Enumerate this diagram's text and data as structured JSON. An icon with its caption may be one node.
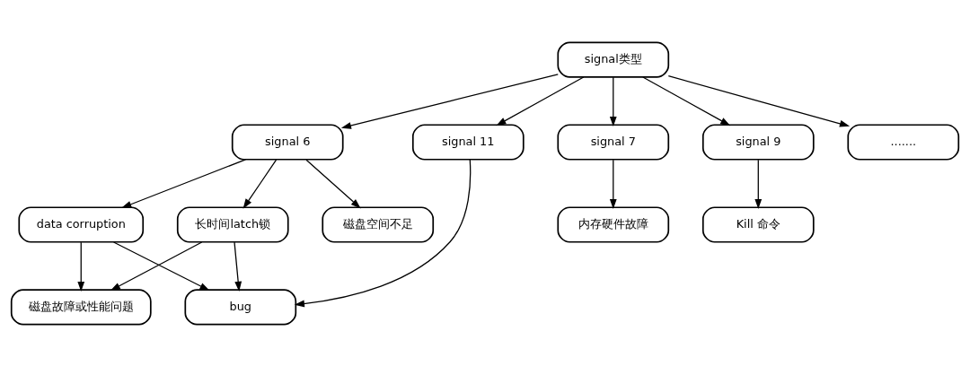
{
  "diagram": {
    "nodes": [
      {
        "text": [
          "signal类型"
        ]
      },
      {
        "text": [
          "signal 6"
        ]
      },
      {
        "text": [
          "signal 7"
        ]
      },
      {
        "text": [
          "signal 9"
        ]
      },
      {
        "text": [
          "signal 11"
        ]
      },
      {
        "text": [
          "......."
        ]
      },
      {
        "text": [
          "data corruption"
        ]
      },
      {
        "text": [
          "长时间latch锁"
        ]
      },
      {
        "text": [
          "磁盘空间不足"
        ]
      },
      {
        "text": [
          "磁盘故障或性能问题"
        ]
      },
      {
        "text": [
          "bug"
        ]
      },
      {
        "text": [
          "内存硬件故障"
        ]
      },
      {
        "text": [
          "Kill 命令"
        ]
      }
    ],
    "edges": [
      {
        "from": 0,
        "to": 1,
        "arrow": "to"
      },
      {
        "from": 0,
        "to": 2,
        "arrow": "to"
      },
      {
        "from": 0,
        "to": 3,
        "arrow": "to"
      },
      {
        "from": 0,
        "to": 4,
        "arrow": "to"
      },
      {
        "from": 0,
        "to": 5,
        "arrow": "to"
      },
      {
        "from": 1,
        "to": 6,
        "arrow": "to"
      },
      {
        "from": 1,
        "to": 7,
        "arrow": "to"
      },
      {
        "from": 1,
        "to": 8,
        "arrow": "to"
      },
      {
        "from": 6,
        "to": 9,
        "arrow": "to"
      },
      {
        "from": 6,
        "to": 10,
        "arrow": "to"
      },
      {
        "from": 7,
        "to": 9,
        "arrow": "to"
      },
      {
        "from": 7,
        "to": 10,
        "arrow": "to"
      },
      {
        "from": 2,
        "to": 11,
        "arrow": "to"
      },
      {
        "from": 3,
        "to": 12,
        "arrow": "to"
      },
      {
        "from": 4,
        "to": 10,
        "arrow": "to"
      }
    ]
  }
}
